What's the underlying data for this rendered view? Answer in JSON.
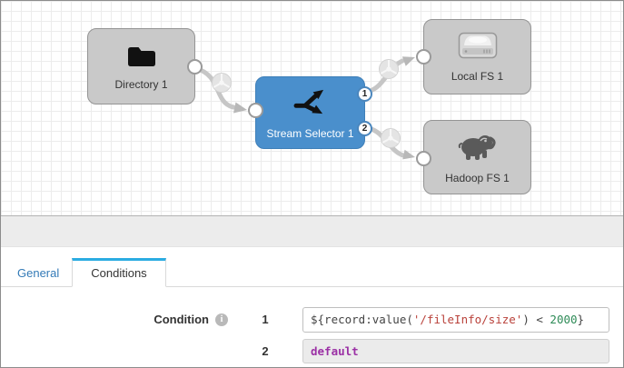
{
  "colors": {
    "selected_node": "#4a8fcc",
    "node_gray": "#c9c9c9",
    "tab_highlight": "#2bace2",
    "link_text_blue": "#337ab7",
    "code_string": "#b9413a",
    "code_number": "#2e8b57",
    "code_default_value": "#9b30a5"
  },
  "canvas": {
    "nodes": {
      "directory": {
        "label": "Directory 1",
        "icon": "folder-icon"
      },
      "stream_selector": {
        "label": "Stream Selector 1",
        "icon": "stream-selector-icon",
        "output_ports": [
          "1",
          "2"
        ]
      },
      "local_fs": {
        "label": "Local FS 1",
        "icon": "hard-drive-icon"
      },
      "hadoop_fs": {
        "label": "Hadoop FS 1",
        "icon": "hadoop-elephant-icon"
      }
    }
  },
  "panel": {
    "tabs": [
      {
        "label": "General",
        "active": false
      },
      {
        "label": "Conditions",
        "active": true
      }
    ],
    "condition": {
      "label": "Condition",
      "rows": [
        {
          "num": "1",
          "segments": [
            {
              "text": "${record:value(",
              "type": "plain"
            },
            {
              "text": "'/fileInfo/size'",
              "type": "string"
            },
            {
              "text": ") < ",
              "type": "plain"
            },
            {
              "text": "2000",
              "type": "number"
            },
            {
              "text": "}",
              "type": "plain"
            }
          ]
        },
        {
          "num": "2",
          "value": "default"
        }
      ]
    }
  }
}
